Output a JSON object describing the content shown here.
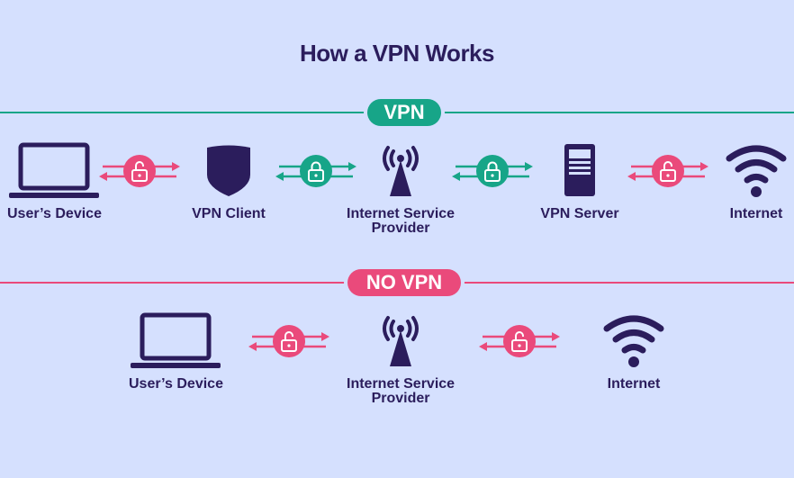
{
  "title": "How a VPN Works",
  "colors": {
    "background": "#d5e0fe",
    "navy": "#2b1d5c",
    "vpn_green": "#17a588",
    "novpn_pink": "#ea4a7b"
  },
  "vpn_section": {
    "badge": "VPN",
    "nodes": [
      {
        "label": "User’s Device",
        "icon": "laptop-icon"
      },
      {
        "label": "VPN Client",
        "icon": "shield-icon"
      },
      {
        "label": "Internet Service Provider",
        "line1": "Internet Service",
        "line2": "Provider",
        "icon": "antenna-tower-icon"
      },
      {
        "label": "VPN Server",
        "icon": "server-icon"
      },
      {
        "label": "Internet",
        "icon": "wifi-icon"
      }
    ],
    "connections": [
      {
        "from": "User’s Device",
        "to": "VPN Client",
        "lock": "unlocked",
        "color": "pink"
      },
      {
        "from": "VPN Client",
        "to": "Internet Service Provider",
        "lock": "locked",
        "color": "green"
      },
      {
        "from": "Internet Service Provider",
        "to": "VPN Server",
        "lock": "locked",
        "color": "green"
      },
      {
        "from": "VPN Server",
        "to": "Internet",
        "lock": "unlocked",
        "color": "pink"
      }
    ]
  },
  "novpn_section": {
    "badge": "NO VPN",
    "nodes": [
      {
        "label": "User’s Device",
        "icon": "laptop-icon"
      },
      {
        "label": "Internet Service Provider",
        "line1": "Internet Service",
        "line2": "Provider",
        "icon": "antenna-tower-icon"
      },
      {
        "label": "Internet",
        "icon": "wifi-icon"
      }
    ],
    "connections": [
      {
        "from": "User’s Device",
        "to": "Internet Service Provider",
        "lock": "unlocked",
        "color": "pink"
      },
      {
        "from": "Internet Service Provider",
        "to": "Internet",
        "lock": "unlocked",
        "color": "pink"
      }
    ]
  }
}
